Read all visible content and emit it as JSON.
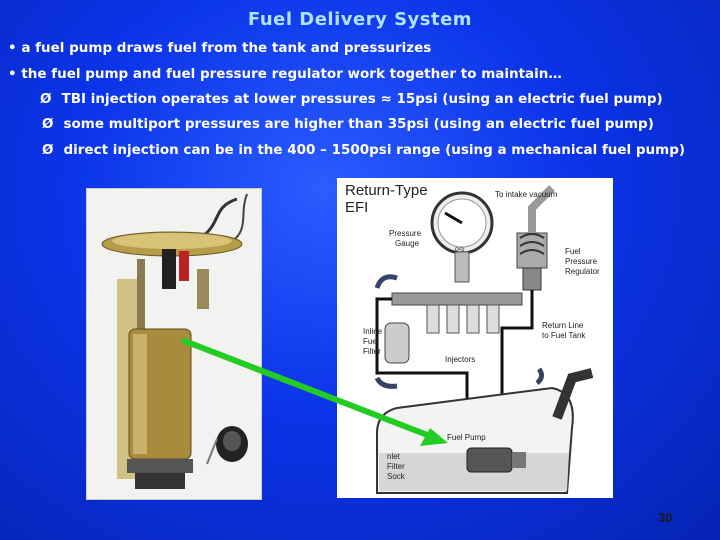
{
  "slide": {
    "title": "Fuel Delivery System",
    "bullets": [
      "• a fuel pump draws fuel from the tank and pressurizes",
      "• the fuel pump and fuel pressure regulator work together to maintain…"
    ],
    "subbullets": [
      "TBI injection operates at lower pressures ≈ 15psi (using an electric fuel pump)",
      "some multiport pressures are higher than 35psi (using an electric fuel pump)",
      "direct injection can be in the 400 – 1500psi range (using a mechanical fuel pump)"
    ],
    "arrow_glyph": "Ø",
    "page_number": "30"
  },
  "diagram": {
    "title_line1": "Return-Type",
    "title_line2": "EFI",
    "to_intake_vacuum": "To intake vacuum",
    "pressure_gauge_1": "Pressure",
    "pressure_gauge_2": "Gauge",
    "gauge_unit": "PSI",
    "fuel_pressure_regulator_1": "Fuel",
    "fuel_pressure_regulator_2": "Pressure",
    "fuel_pressure_regulator_3": "Regulator",
    "inline_fuel_filter_1": "Inline",
    "inline_fuel_filter_2": "Fuel",
    "inline_fuel_filter_3": "Filter",
    "return_line_1": "Return Line",
    "return_line_2": "to Fuel Tank",
    "injectors": "Injectors",
    "fuel_pump": "Fuel Pump",
    "inlet_filter_1": "nlet",
    "inlet_filter_2": "Filter",
    "inlet_filter_3": "Sock"
  },
  "colors": {
    "background": "#0b34e8",
    "title": "#aee3ff",
    "text": "#ffffff",
    "pointer_arrow": "#22cc22"
  }
}
